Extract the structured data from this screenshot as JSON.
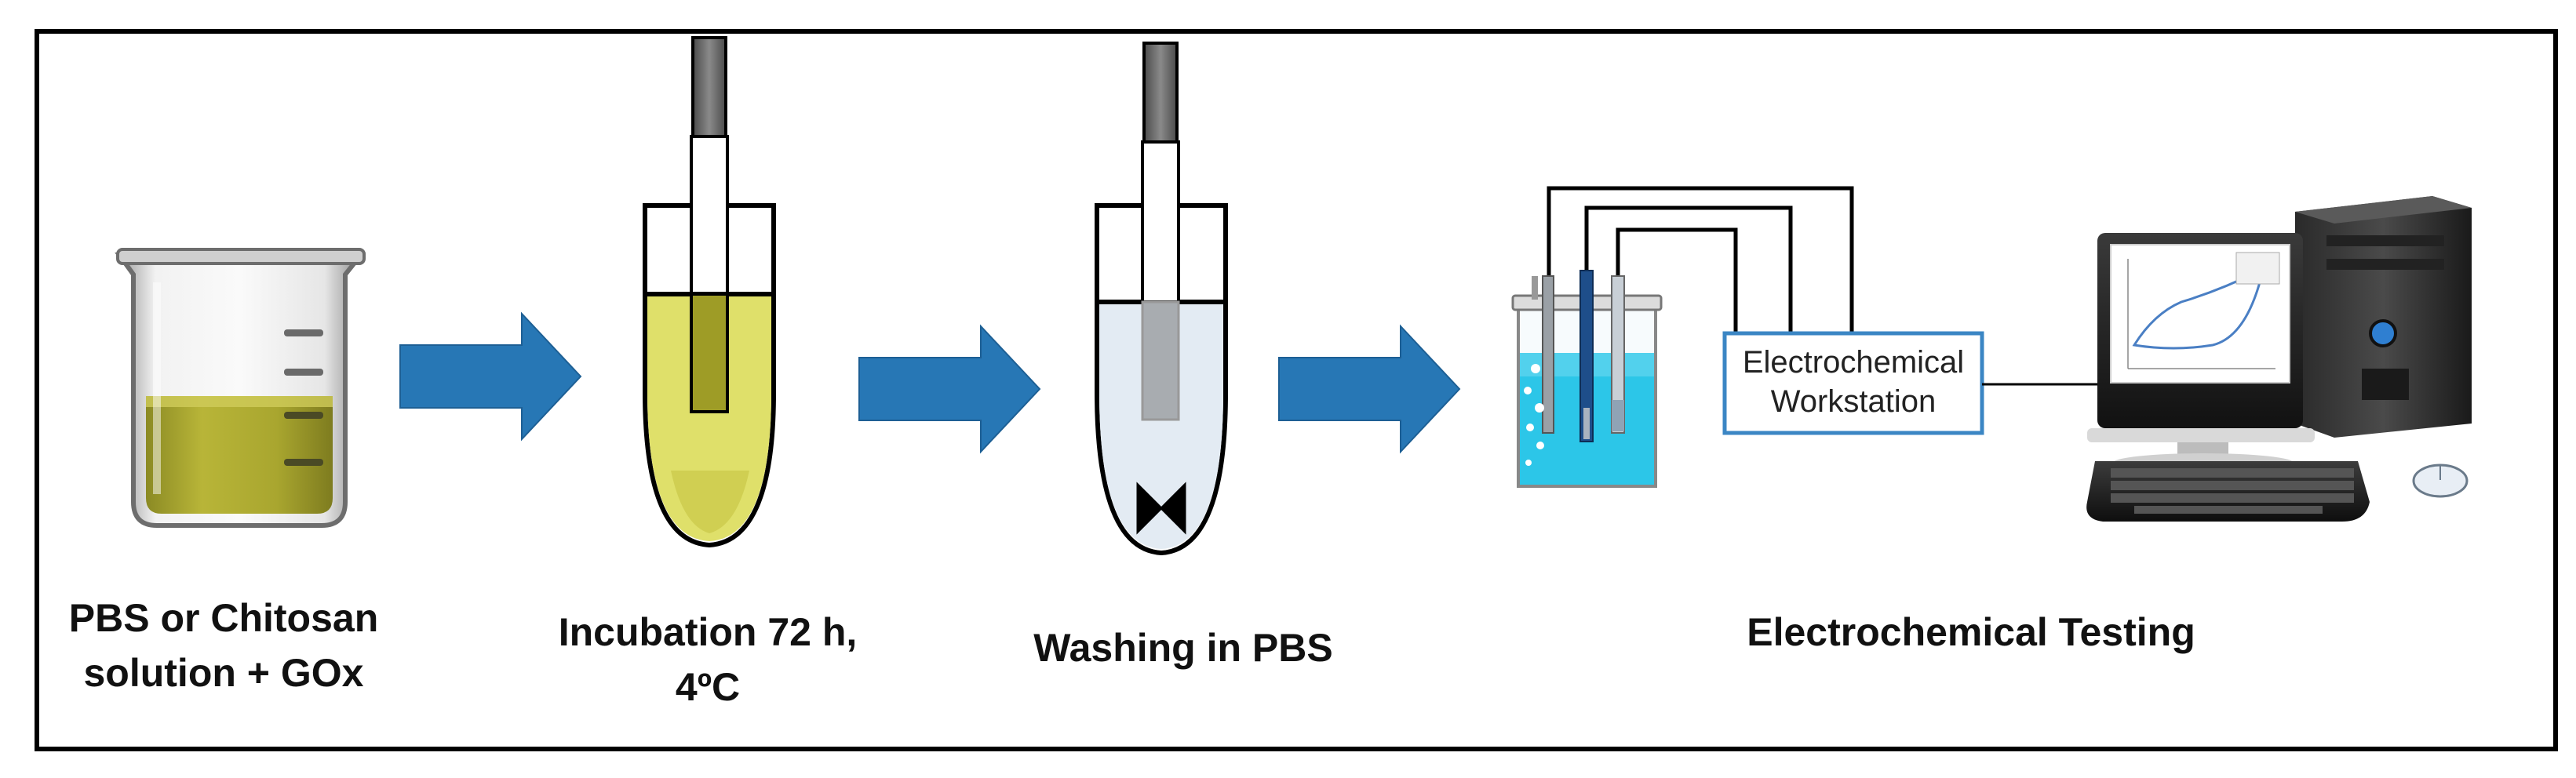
{
  "steps": [
    {
      "label_lines": [
        "PBS or Chitosan",
        "solution + GOx"
      ]
    },
    {
      "label_lines": [
        "Incubation 72 h,",
        "4ºC"
      ]
    },
    {
      "label_lines": [
        "Washing in PBS"
      ]
    },
    {
      "label_lines": [
        "Electrochemical Testing"
      ]
    }
  ],
  "workstation": {
    "label_lines": [
      "Electrochemical",
      "Workstation"
    ]
  },
  "colors": {
    "arrow": "#2777b5",
    "solution": "#b9b635",
    "tube_liquid": "#dfe06a",
    "wash_liquid": "#e3ebf3",
    "cell_liquid": "#2cc6e8",
    "workstation_border": "#3b86c4",
    "frame": "#000000"
  },
  "icons": {
    "beaker": "beaker-icon",
    "tube": "test-tube-icon",
    "arrow": "right-arrow-icon",
    "cell": "electrochemical-cell-icon",
    "computer": "computer-icon",
    "stir_bar": "stir-bar-icon"
  }
}
